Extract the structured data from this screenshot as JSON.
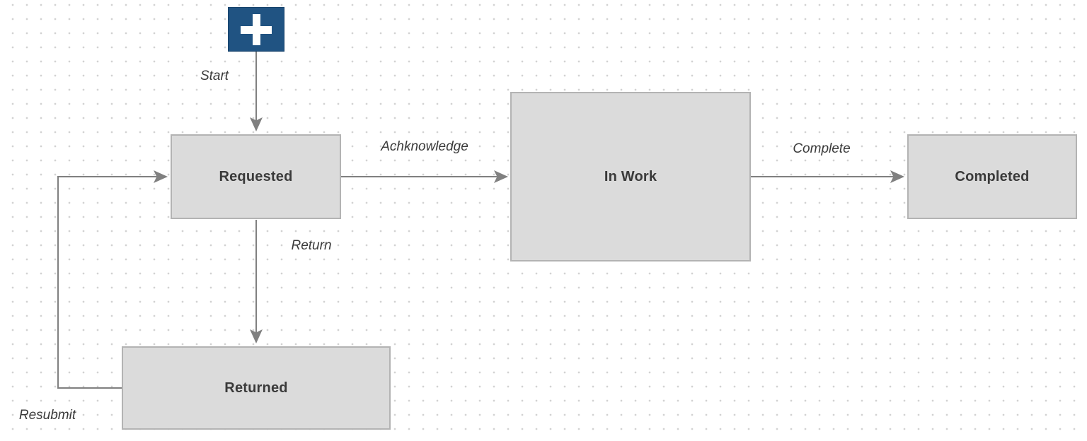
{
  "diagram": {
    "type": "workflow-state-diagram",
    "nodes": {
      "start": {
        "icon": "plus-icon",
        "shape": "blue-square"
      },
      "requested": {
        "label": "Requested"
      },
      "in_work": {
        "label": "In Work"
      },
      "completed": {
        "label": "Completed"
      },
      "returned": {
        "label": "Returned"
      }
    },
    "edges": {
      "start": {
        "label": "Start",
        "from": "start",
        "to": "requested"
      },
      "acknowledge": {
        "label": "Achknowledge",
        "from": "requested",
        "to": "in_work"
      },
      "complete": {
        "label": "Complete",
        "from": "in_work",
        "to": "completed"
      },
      "return": {
        "label": "Return",
        "from": "requested",
        "to": "returned"
      },
      "resubmit": {
        "label": "Resubmit",
        "from": "returned",
        "to": "requested"
      }
    },
    "colors": {
      "canvas_background": "#ffffff",
      "grid_dot": "#d2d2d2",
      "node_fill": "#dbdbdb",
      "node_border": "#b3b3b3",
      "start_node_fill": "#205382",
      "start_node_border": "#16426b",
      "plus_glyph": "#ffffff",
      "edge_stroke": "#808080",
      "label_text": "#3a3a3a"
    }
  }
}
